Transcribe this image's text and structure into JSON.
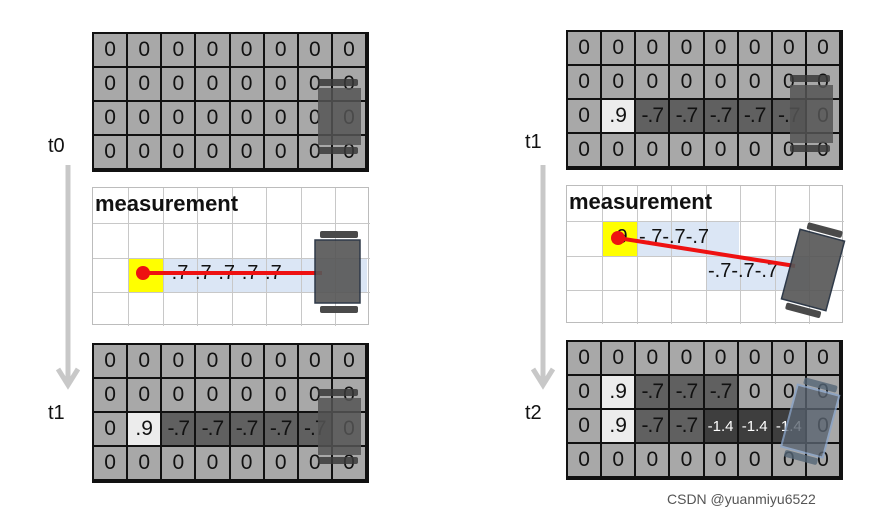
{
  "time_labels": {
    "left_top": "t0",
    "left_bottom": "t1",
    "right_top": "t1",
    "right_bottom": "t2"
  },
  "measurement_title": "measurement",
  "left_top_grid": [
    [
      "0",
      "0",
      "0",
      "0",
      "0",
      "0",
      "0",
      "0"
    ],
    [
      "0",
      "0",
      "0",
      "0",
      "0",
      "0",
      "0",
      "0"
    ],
    [
      "0",
      "0",
      "0",
      "0",
      "0",
      "0",
      "0",
      "0"
    ],
    [
      "0",
      "0",
      "0",
      "0",
      "0",
      "0",
      "0",
      "0"
    ]
  ],
  "left_measurement_values": [
    "-.7",
    "-.7",
    "-.7",
    "-.7",
    "-.7"
  ],
  "left_bottom_grid": [
    [
      "0",
      "0",
      "0",
      "0",
      "0",
      "0",
      "0",
      "0"
    ],
    [
      "0",
      "0",
      "0",
      "0",
      "0",
      "0",
      "0",
      "0"
    ],
    [
      "0",
      ".9",
      "-.7",
      "-.7",
      "-.7",
      "-.7",
      "-.7",
      "0"
    ],
    [
      "0",
      "0",
      "0",
      "0",
      "0",
      "0",
      "0",
      "0"
    ]
  ],
  "right_top_grid": [
    [
      "0",
      "0",
      "0",
      "0",
      "0",
      "0",
      "0",
      "0"
    ],
    [
      "0",
      "0",
      "0",
      "0",
      "0",
      "0",
      "0",
      "0"
    ],
    [
      "0",
      ".9",
      "-.7",
      "-.7",
      "-.7",
      "-.7",
      "-.7",
      "0"
    ],
    [
      "0",
      "0",
      "0",
      "0",
      "0",
      "0",
      "0",
      "0"
    ]
  ],
  "right_measurement_values": {
    "first": ".9",
    "row1": [
      "-.7",
      "-.7",
      "-.7"
    ],
    "row2": [
      "-.7",
      "-.7",
      "-.7"
    ]
  },
  "right_bottom_grid": [
    [
      "0",
      "0",
      "0",
      "0",
      "0",
      "0",
      "0",
      "0"
    ],
    [
      "0",
      ".9",
      "-.7",
      "-.7",
      "-.7",
      "0",
      "0",
      "0"
    ],
    [
      "0",
      ".9",
      "-.7",
      "-.7",
      "-1.4",
      "-1.4",
      "-1.4",
      "0"
    ],
    [
      "0",
      "0",
      "0",
      "0",
      "0",
      "0",
      "0",
      "0"
    ]
  ],
  "watermark": "CSDN @yuanmiyu6522",
  "colors": {
    "occupied_dark": "#606060",
    "highlight_yellow": "#ffff00",
    "measure_blue": "#dbe6f5",
    "ray_red": "#ee1111"
  }
}
